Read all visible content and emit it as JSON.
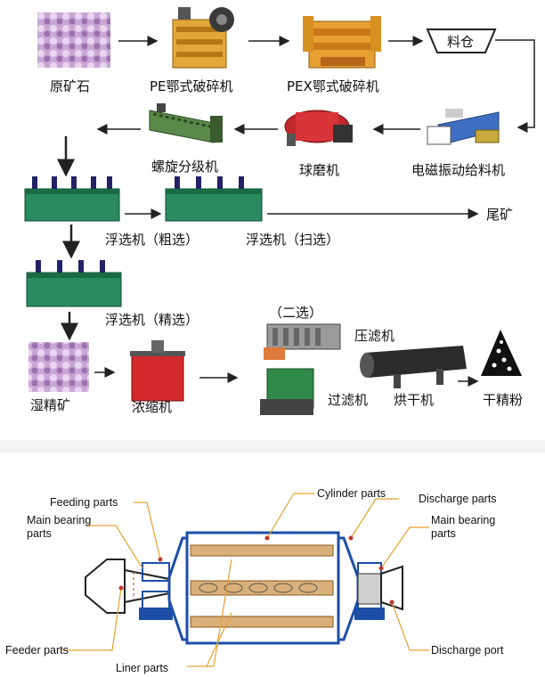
{
  "flowchart": {
    "raw_ore": "原矿石",
    "pe_crusher": "PE鄂式破碎机",
    "pex_crusher": "PEX鄂式破碎机",
    "silo": "料仓",
    "feeder": "电磁振动给料机",
    "ball_mill": "球磨机",
    "classifier": "螺旋分级机",
    "rough_flotation": "浮选机（粗选）",
    "scavenging_flotation": "浮选机（扫选）",
    "tailings": "尾矿",
    "fine_flotation": "浮选机（精选）",
    "second_selection": "（二选）",
    "filter_press": "压滤机",
    "wet_concentrate": "湿精矿",
    "thickener": "浓缩机",
    "filter": "过滤机",
    "dryer": "烘干机",
    "dry_concentrate": "干精粉"
  },
  "ball_mill_diagram": {
    "labels": {
      "feeding_parts": "Feeding parts",
      "main_bearing_left_1": "Main bearing",
      "main_bearing_left_2": "parts",
      "feeder_parts": "Feeder parts",
      "liner_parts": "Liner parts",
      "cylinder_parts": "Cylinder parts",
      "discharge_parts": "Discharge parts",
      "main_bearing_right_1": "Main bearing",
      "main_bearing_right_2": "parts",
      "discharge_port": "Discharge port"
    },
    "colors": {
      "outline": "#1d4fa8",
      "liner": "#d9b07a",
      "leader": "#e8a030",
      "marker": "#c0392b"
    }
  }
}
